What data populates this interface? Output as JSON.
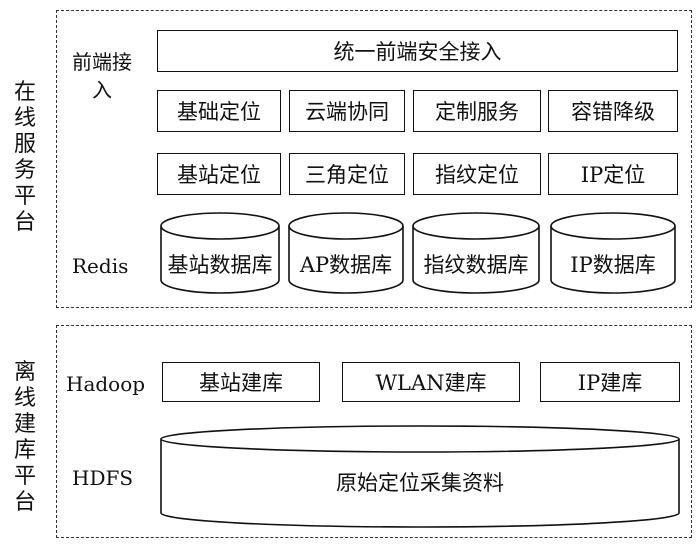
{
  "online": {
    "label": "在线服务平台",
    "frontend_label": "前端接入",
    "storage_label": "Redis",
    "gateway": "统一前端安全接入",
    "row1": [
      "基础定位",
      "云端协同",
      "定制服务",
      "容错降级"
    ],
    "row2": [
      "基站定位",
      "三角定位",
      "指纹定位",
      "IP定位"
    ],
    "databases": [
      "基站数据库",
      "AP数据库",
      "指纹数据库",
      "IP数据库"
    ]
  },
  "offline": {
    "label": "离线建库平台",
    "compute_label": "Hadoop",
    "storage_label": "HDFS",
    "builds": [
      "基站建库",
      "WLAN建库",
      "IP建库"
    ],
    "raw_data": "原始定位采集资料"
  }
}
